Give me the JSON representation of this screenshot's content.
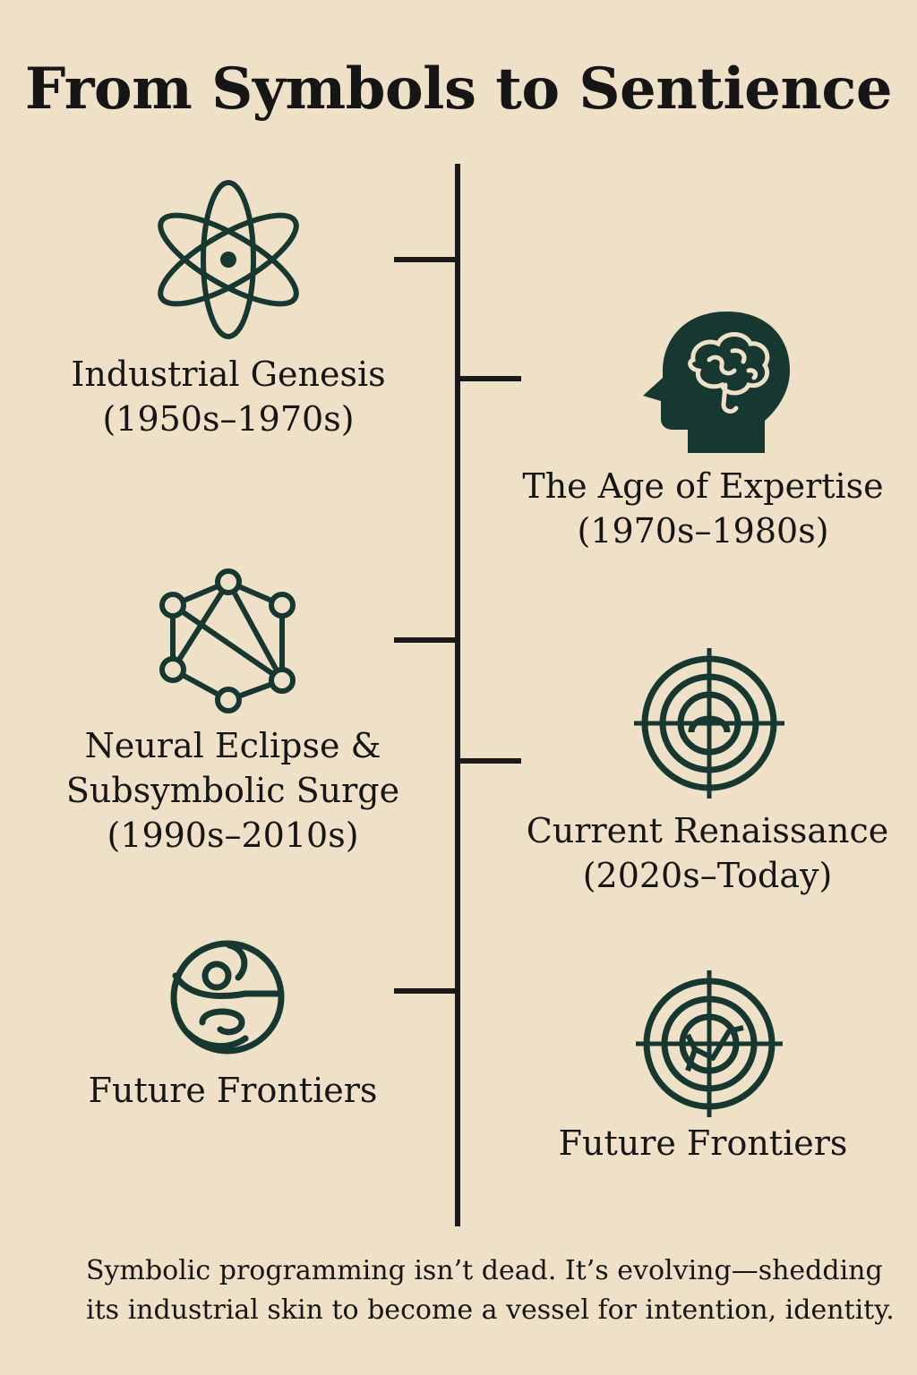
{
  "title": "From Symbols to Sentience",
  "colors": {
    "background": "#efe0c8",
    "icon": "#173831",
    "line": "#1a1a1a",
    "text": "#161616"
  },
  "milestones": [
    {
      "side": "left",
      "icon": "atom-icon",
      "lines": [
        "Industrial Genesis",
        "(1950s–1970s)"
      ]
    },
    {
      "side": "right",
      "icon": "brain-head-icon",
      "lines": [
        "The Age of Expertise",
        "(1970s–1980s)"
      ]
    },
    {
      "side": "left",
      "icon": "network-graph-icon",
      "lines": [
        "Neural Eclipse &",
        "Subsymbolic Surge",
        "(1990s–2010s)"
      ]
    },
    {
      "side": "right",
      "icon": "target-crosshair-icon",
      "lines": [
        "Current Renaissance",
        "(2020s–Today)"
      ]
    },
    {
      "side": "left",
      "icon": "figure-circle-icon",
      "lines": [
        "Future Frontiers"
      ]
    },
    {
      "side": "right",
      "icon": "circuit-crosshair-icon",
      "lines": [
        "Future Frontiers"
      ]
    }
  ],
  "footer": {
    "lines": [
      "Symbolic programming isn’t dead. It’s evolving—shedding",
      "its industrial skin to become a vessel for intention, identity."
    ]
  }
}
